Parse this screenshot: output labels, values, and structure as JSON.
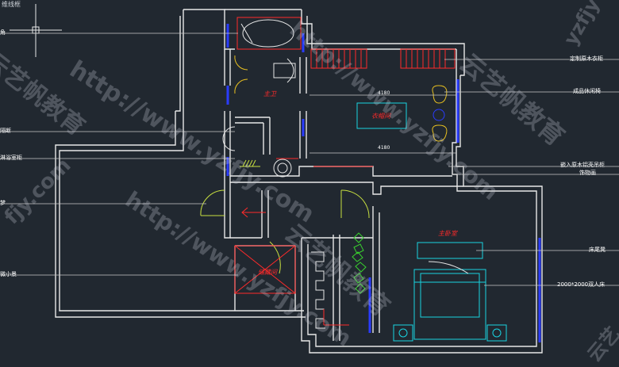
{
  "window": {
    "title_fragment": "维线框"
  },
  "colors": {
    "background": "#212830",
    "wall": "#e8e8e8",
    "red": "#ff2a2a",
    "cyan": "#19d3e0",
    "yellow": "#e8c020",
    "blue": "#2a3cff",
    "green": "#39d12e",
    "white_line": "#c8c8c8"
  },
  "left_annotations": [
    {
      "text": "角"
    },
    {
      "text": "隔断"
    },
    {
      "text": "淋浴室柜"
    },
    {
      "text": "梦"
    },
    {
      "text": "微小景"
    }
  ],
  "right_annotations": [
    {
      "text": "定制原木衣柜"
    },
    {
      "text": "成品休闲椅"
    },
    {
      "text": "嵌入原木铝壳吊柜"
    },
    {
      "text": "饰物画"
    },
    {
      "text": "床尾凳"
    },
    {
      "text": "2000*2000双人床"
    }
  ],
  "rooms": [
    {
      "text": "主卫"
    },
    {
      "text": "衣帽间"
    },
    {
      "text": "主卧室"
    },
    {
      "text": "储藏间"
    }
  ],
  "dimensions": [
    {
      "text": "4180"
    },
    {
      "text": "4180"
    }
  ],
  "watermarks": [
    {
      "text": "http://www.yzfjy.com"
    },
    {
      "text": "http://www.yzfjy.com"
    },
    {
      "text": "http://www.yzfjy.com"
    },
    {
      "text": "云艺帆教育"
    },
    {
      "text": "云艺帆教育"
    },
    {
      "text": "云艺帆教育"
    },
    {
      "text": "fjy.com"
    },
    {
      "text": "yzfjy"
    },
    {
      "text": "云艺"
    }
  ]
}
